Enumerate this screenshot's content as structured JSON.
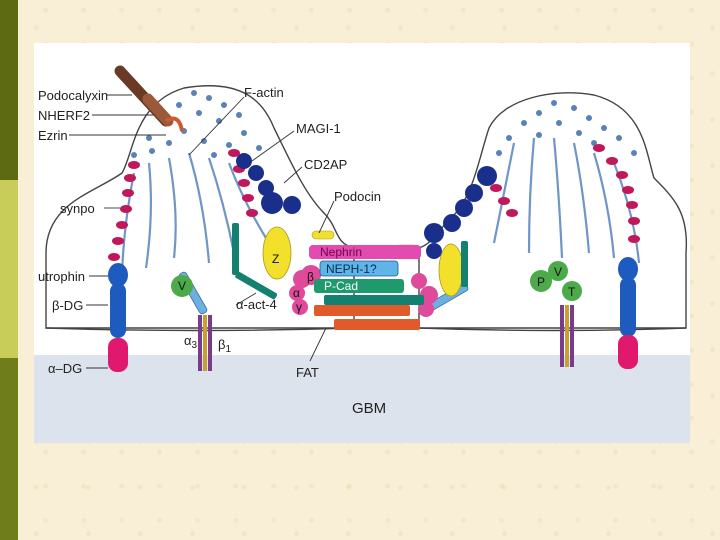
{
  "slide": {
    "accent_colors": {
      "bar_top": "#5e6a12",
      "bar_mid": "#c8cd5a",
      "bar_bot": "#6f7d1a"
    }
  },
  "diagram": {
    "left_labels": {
      "podocalyxin": "Podocalyxin",
      "nherf2": "NHERF2",
      "ezrin": "Ezrin",
      "synpo": "synpo",
      "utrophin": "utrophin",
      "beta_dg": "β-DG",
      "alpha_dg": "α–DG"
    },
    "top_labels": {
      "f_actin": "F-actin",
      "magi1": "MAGI-1",
      "cd2ap": "CD2AP",
      "podocin": "Podocin"
    },
    "center_labels": {
      "nephrin": "Nephrin",
      "neph1": "NEPH-1?",
      "pcad": "P-Cad",
      "z": "Z",
      "beta": "β",
      "alpha": "α",
      "gamma": "γ",
      "v_left": "V",
      "alpha_act4": "α-act-4",
      "alpha3": "α",
      "alpha3_sub": "3",
      "beta1": "β",
      "beta1_sub": "1",
      "fat": "FAT",
      "gbm": "GBM"
    },
    "right_labels": {
      "p": "P",
      "v": "V",
      "t": "T"
    },
    "colors": {
      "cell_outline": "#444444",
      "gbm_band": "#dde3ec",
      "actin_dot": "#5a82b8",
      "utrophin_blue": "#1d5bbf",
      "alpha_dg_pink": "#e0196e",
      "nephrin_pink": "#e44bb0",
      "neph1_blue": "#5fb4ea",
      "pcad_green": "#1f9a6c",
      "fat_orange": "#e05a2a",
      "yellow_z": "#f2e02a",
      "teal_bar": "#14806f",
      "magi_navy": "#1a2f8c",
      "synpo_red": "#c0185a",
      "green_v": "#4caa4a",
      "orange_brown": "#b06030",
      "purple_integrin": "#7a3b8c",
      "light_blue_bar": "#6bb0e0",
      "ezrin_orange": "#d05a30"
    }
  }
}
